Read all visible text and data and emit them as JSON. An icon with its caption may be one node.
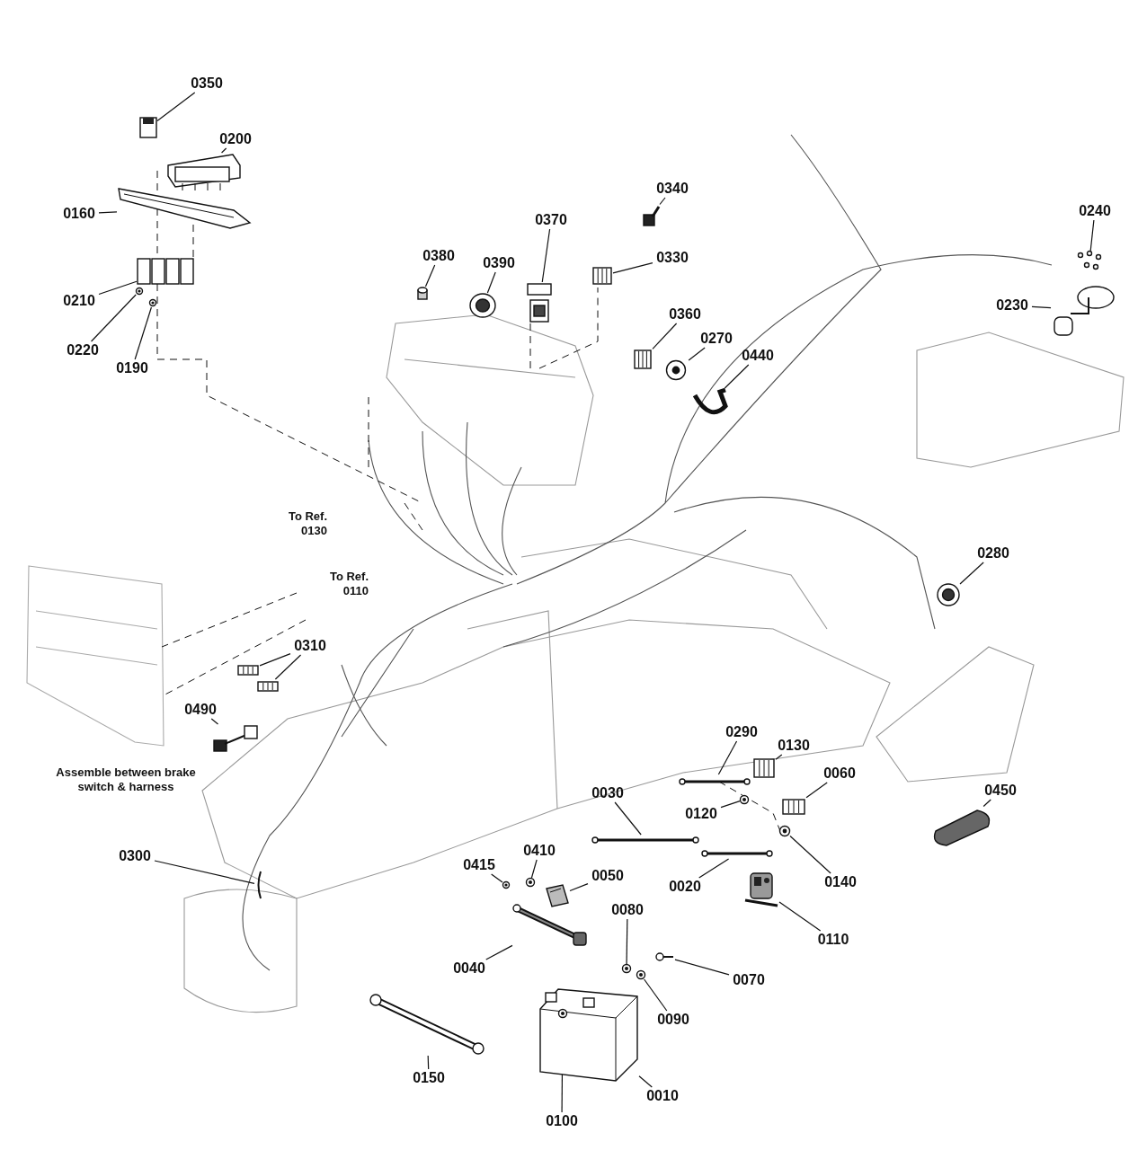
{
  "diagram": {
    "nodes": [
      {
        "text": [
          "0350"
        ]
      },
      {
        "text": [],
        "shape": "box"
      },
      {
        "text": [
          "0200"
        ]
      },
      {
        "text": [],
        "shape": "picture"
      },
      {
        "text": [
          "0160"
        ]
      },
      {
        "text": [],
        "shape": "picture"
      },
      {
        "text": [
          "0210"
        ]
      },
      {
        "text": [],
        "shape": "picture"
      },
      {
        "text": [
          "0220"
        ]
      },
      {
        "text": [],
        "shape": "circle"
      },
      {
        "text": [
          "0190"
        ]
      },
      {
        "text": [],
        "shape": "circle"
      },
      {
        "text": [
          "0380"
        ]
      },
      {
        "text": [],
        "shape": "cylinder"
      },
      {
        "text": [
          "0390"
        ]
      },
      {
        "text": [],
        "shape": "picture"
      },
      {
        "text": [
          "0370"
        ]
      },
      {
        "text": [],
        "shape": "picture"
      },
      {
        "text": [
          "0340"
        ]
      },
      {
        "text": [],
        "shape": "picture"
      },
      {
        "text": [
          "0330"
        ]
      },
      {
        "text": [],
        "shape": "picture"
      },
      {
        "text": [
          "0360"
        ]
      },
      {
        "text": [],
        "shape": "picture"
      },
      {
        "text": [
          "0270"
        ]
      },
      {
        "text": [],
        "shape": "circle"
      },
      {
        "text": [
          "0440"
        ]
      },
      {
        "text": [],
        "shape": "picture"
      },
      {
        "text": [
          "0240"
        ]
      },
      {
        "text": [],
        "shape": "picture"
      },
      {
        "text": [
          "0230"
        ]
      },
      {
        "text": [],
        "shape": "picture"
      },
      {
        "text": [
          "0280"
        ]
      },
      {
        "text": [],
        "shape": "picture"
      },
      {
        "text": [
          "0310"
        ]
      },
      {
        "text": [],
        "shape": "picture"
      },
      {
        "text": [],
        "shape": "picture"
      },
      {
        "text": [
          "0490"
        ]
      },
      {
        "text": [],
        "shape": "picture"
      },
      {
        "text": [
          "0300"
        ]
      },
      {
        "text": [],
        "shape": "picture"
      },
      {
        "text": [
          "0290"
        ]
      },
      {
        "text": [],
        "shape": "picture"
      },
      {
        "text": [
          "0130"
        ]
      },
      {
        "text": [],
        "shape": "picture"
      },
      {
        "text": [
          "0060"
        ]
      },
      {
        "text": [],
        "shape": "picture"
      },
      {
        "text": [
          "0120"
        ]
      },
      {
        "text": [],
        "shape": "circle"
      },
      {
        "text": [
          "0030"
        ]
      },
      {
        "text": [],
        "shape": "picture"
      },
      {
        "text": [
          "0140"
        ]
      },
      {
        "text": [],
        "shape": "circle"
      },
      {
        "text": [
          "0020"
        ]
      },
      {
        "text": [],
        "shape": "picture"
      },
      {
        "text": [
          "0110"
        ]
      },
      {
        "text": [],
        "shape": "picture"
      },
      {
        "text": [
          "0415"
        ]
      },
      {
        "text": [],
        "shape": "circle"
      },
      {
        "text": [
          "0410"
        ]
      },
      {
        "text": [],
        "shape": "circle"
      },
      {
        "text": [
          "0050"
        ]
      },
      {
        "text": [],
        "shape": "picture"
      },
      {
        "text": [
          "0080"
        ]
      },
      {
        "text": [],
        "shape": "circle"
      },
      {
        "text": [
          "0040"
        ]
      },
      {
        "text": [],
        "shape": "picture"
      },
      {
        "text": [
          "0070"
        ]
      },
      {
        "text": [],
        "shape": "picture"
      },
      {
        "text": [
          "0090"
        ]
      },
      {
        "text": [],
        "shape": "circle"
      },
      {
        "text": [
          "0150"
        ]
      },
      {
        "text": [],
        "shape": "picture"
      },
      {
        "text": [
          "0010"
        ]
      },
      {
        "text": [],
        "shape": "picture"
      },
      {
        "text": [
          "0100"
        ]
      },
      {
        "text": [],
        "shape": "circle",
        "in": 74
      },
      {
        "text": [
          "0450"
        ]
      },
      {
        "text": [],
        "shape": "picture"
      }
    ],
    "edges": [
      {
        "from": 0,
        "to": 1,
        "arrow": "none"
      },
      {
        "from": 2,
        "to": 3,
        "arrow": "none"
      },
      {
        "from": 4,
        "to": 5,
        "arrow": "none"
      },
      {
        "from": 6,
        "to": 7,
        "arrow": "none"
      },
      {
        "from": 8,
        "to": 9,
        "arrow": "none"
      },
      {
        "from": 10,
        "to": 11,
        "arrow": "none"
      },
      {
        "from": 12,
        "to": 13,
        "arrow": "none"
      },
      {
        "from": 14,
        "to": 15,
        "arrow": "none"
      },
      {
        "from": 16,
        "to": 17,
        "arrow": "none"
      },
      {
        "from": 18,
        "to": 19,
        "arrow": "none"
      },
      {
        "from": 20,
        "to": 21,
        "arrow": "none"
      },
      {
        "from": 22,
        "to": 23,
        "arrow": "none"
      },
      {
        "from": 24,
        "to": 25,
        "arrow": "none"
      },
      {
        "from": 26,
        "to": 27,
        "arrow": "none"
      },
      {
        "from": 28,
        "to": 29,
        "arrow": "none"
      },
      {
        "from": 30,
        "to": 31,
        "arrow": "none"
      },
      {
        "from": 32,
        "to": 33,
        "arrow": "none"
      },
      {
        "from": 34,
        "to": 35,
        "arrow": "none"
      },
      {
        "from": 34,
        "to": 36,
        "arrow": "none"
      },
      {
        "from": 37,
        "to": 38,
        "arrow": "none"
      },
      {
        "from": 39,
        "to": 40,
        "arrow": "none"
      },
      {
        "from": 41,
        "to": 42,
        "arrow": "none"
      },
      {
        "from": 43,
        "to": 44,
        "arrow": "none"
      },
      {
        "from": 45,
        "to": 46,
        "arrow": "none"
      },
      {
        "from": 47,
        "to": 48,
        "arrow": "none"
      },
      {
        "from": 49,
        "to": 50,
        "arrow": "none"
      },
      {
        "from": 51,
        "to": 52,
        "arrow": "none"
      },
      {
        "from": 53,
        "to": 54,
        "arrow": "none"
      },
      {
        "from": 55,
        "to": 56,
        "arrow": "none"
      },
      {
        "from": 57,
        "to": 58,
        "arrow": "none"
      },
      {
        "from": 59,
        "to": 60,
        "arrow": "none"
      },
      {
        "from": 61,
        "to": 62,
        "arrow": "none"
      },
      {
        "from": 63,
        "to": 64,
        "arrow": "none"
      },
      {
        "from": 65,
        "to": 66,
        "arrow": "none"
      },
      {
        "from": 67,
        "to": 68,
        "arrow": "none"
      },
      {
        "from": 69,
        "to": 70,
        "arrow": "none"
      },
      {
        "from": 71,
        "to": 72,
        "arrow": "none"
      },
      {
        "from": 73,
        "to": 74,
        "arrow": "none"
      },
      {
        "from": 75,
        "to": 76,
        "arrow": "none"
      },
      {
        "from": 77,
        "to": 78,
        "arrow": "none"
      }
    ],
    "labels": [
      "To Ref. 0130",
      "To Ref. 0110",
      "Assemble between brake switch & harness"
    ]
  }
}
